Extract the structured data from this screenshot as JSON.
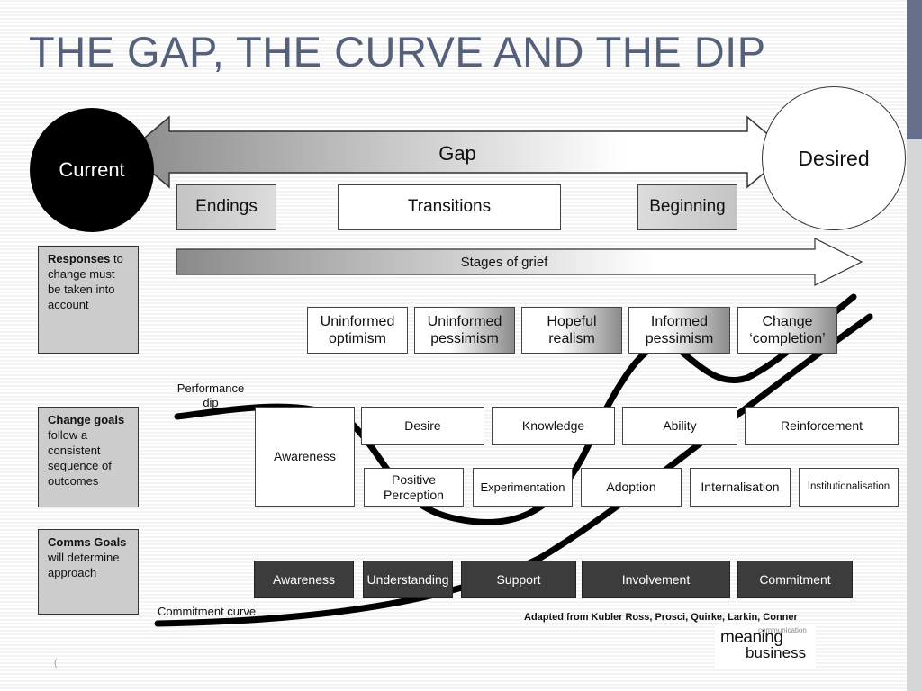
{
  "title": "THE GAP, THE CURVE AND THE DIP",
  "gap": {
    "current": "Current",
    "gap_label": "Gap",
    "desired": "Desired"
  },
  "phases": [
    "Endings",
    "Transitions",
    "Beginning"
  ],
  "stages_of_grief": "Stages of grief",
  "side_panels": {
    "responses": {
      "bold": "Responses",
      "rest": " to change must be taken into account"
    },
    "change_goals": {
      "bold": "Change goals",
      "rest": " follow a consistent sequence of outcomes"
    },
    "comms_goals": {
      "bold": "Comms Goals",
      "rest": " will determine approach"
    }
  },
  "grief_stages": [
    "Uninformed optimism",
    "Uninformed pessimism",
    "Hopeful realism",
    "Informed pessimism",
    "Change ‘completion’"
  ],
  "performance_dip": "Performance dip",
  "change_outcomes": {
    "awareness": "Awareness",
    "top_row": [
      "Desire",
      "Knowledge",
      "Ability",
      "Reinforcement"
    ],
    "bottom_row": [
      "Positive Perception",
      "Experimentation",
      "Adoption",
      "Internalisation",
      "Institutionalisation"
    ]
  },
  "comms": [
    "Awareness",
    "Understanding",
    "Support",
    "Involvement",
    "Commitment"
  ],
  "commitment_curve": "Commitment curve",
  "credit": "Adapted from Kubler Ross, Prosci, Quirke, Larkin, Conner",
  "logo": {
    "line1": "meaning",
    "line2": "business",
    "small": "communication"
  },
  "footer_mark": "("
}
